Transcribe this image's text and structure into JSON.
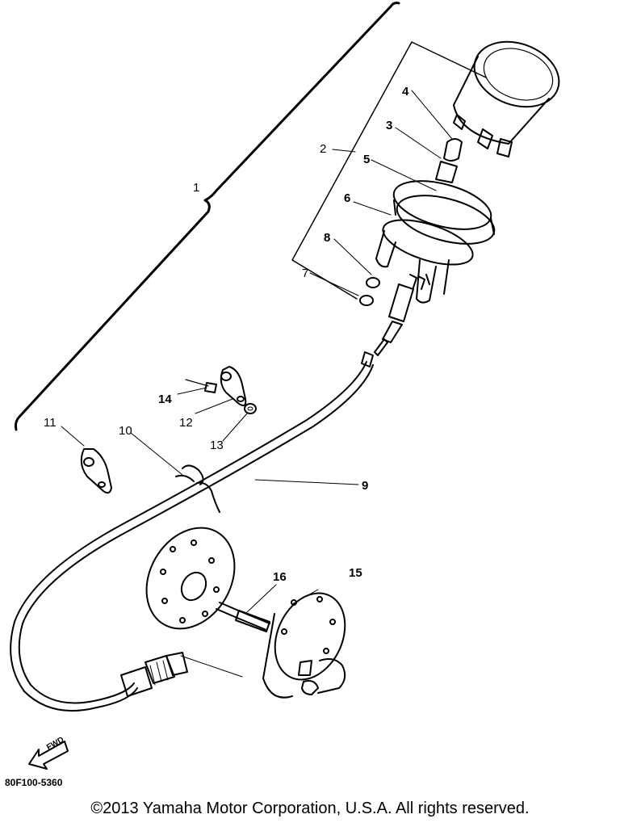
{
  "diagram": {
    "callouts": {
      "c1": "1",
      "c2": "2",
      "c3": "3",
      "c4": "4",
      "c5": "5",
      "c6": "6",
      "c7": "7",
      "c8": "8",
      "c9": "9",
      "c10": "10",
      "c11": "11",
      "c12": "12",
      "c13": "13",
      "c14": "14",
      "c15": "15",
      "c16": "16"
    },
    "fwd_label": "FWD",
    "diagram_code": "80F100-5360",
    "copyright": "©2013 Yamaha Motor Corporation, U.S.A. All rights reserved."
  }
}
